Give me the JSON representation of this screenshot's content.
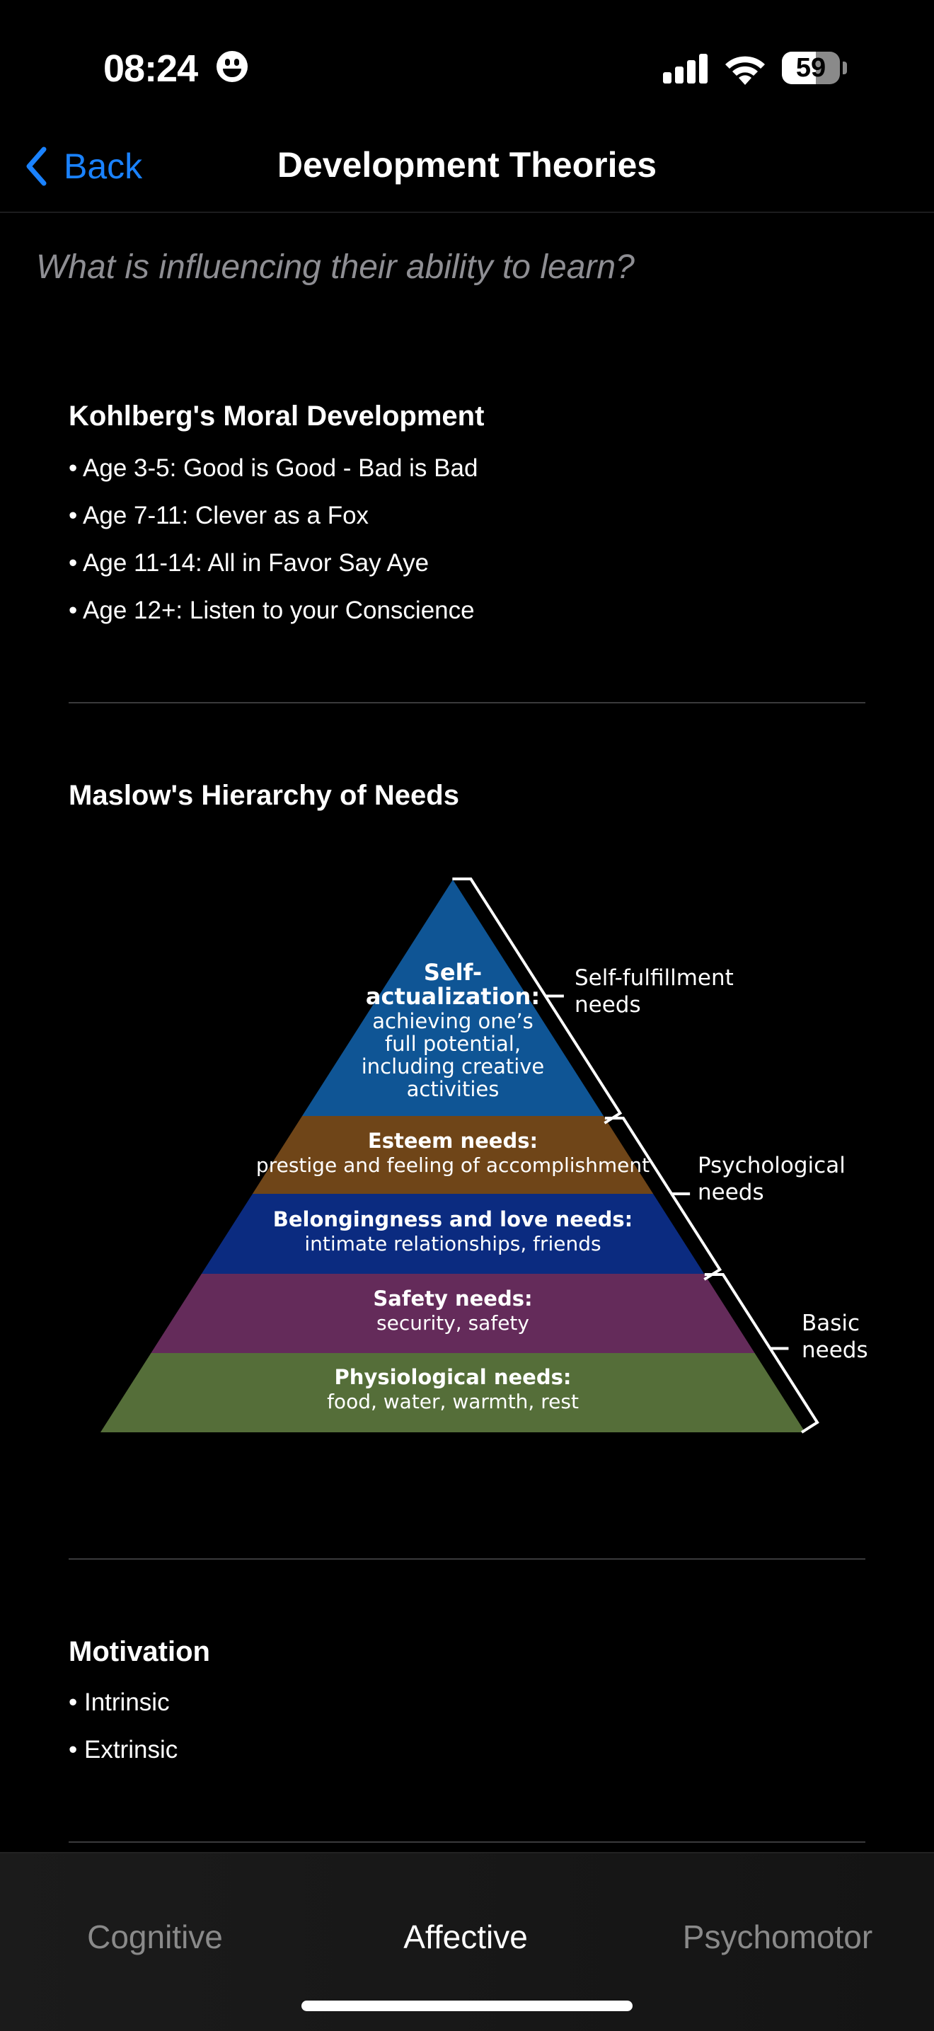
{
  "status_bar": {
    "time": "08:24",
    "battery": "59",
    "battery_level": 0.59
  },
  "nav": {
    "back_label": "Back",
    "title": "Development Theories"
  },
  "subtitle": "What is influencing their ability to learn?",
  "kohlberg": {
    "title": "Kohlberg's Moral Development",
    "items": [
      "• Age 3-5: Good is Good - Bad is Bad",
      "• Age 7-11: Clever as a Fox",
      "• Age 11-14: All in Favor Say Aye",
      "• Age 12+: Listen to your Conscience"
    ]
  },
  "maslow": {
    "title": "Maslow's Hierarchy of Needs",
    "levels": [
      {
        "title_lines": [
          "Self-",
          "actualization:"
        ],
        "desc_lines": [
          "achieving one’s",
          "full potential,",
          "including creative",
          "activities"
        ],
        "color": "#0f5595"
      },
      {
        "title_lines": [
          "Esteem needs:"
        ],
        "desc_lines": [
          "prestige and feeling of accomplishment"
        ],
        "color": "#6f4518"
      },
      {
        "title_lines": [
          "Belongingness and love needs:"
        ],
        "desc_lines": [
          "intimate relationships, friends"
        ],
        "color": "#0b2b80"
      },
      {
        "title_lines": [
          "Safety needs:"
        ],
        "desc_lines": [
          "security, safety"
        ],
        "color": "#642b5a"
      },
      {
        "title_lines": [
          "Physiological needs:"
        ],
        "desc_lines": [
          "food, water, warmth, rest"
        ],
        "color": "#556e39"
      }
    ],
    "groups": [
      {
        "lines": [
          "Self-fulfillment",
          "needs"
        ]
      },
      {
        "lines": [
          "Psychological",
          "needs"
        ]
      },
      {
        "lines": [
          "Basic",
          "needs"
        ]
      }
    ]
  },
  "motivation": {
    "title": "Motivation",
    "items": [
      "• Intrinsic",
      "• Extrinsic"
    ]
  },
  "tabs": [
    {
      "label": "Cognitive",
      "active": false
    },
    {
      "label": "Affective",
      "active": true
    },
    {
      "label": "Psychomotor",
      "active": false
    }
  ],
  "colors": {
    "accent": "#1a82ff",
    "inactive_tab": "#8a8a8a"
  }
}
